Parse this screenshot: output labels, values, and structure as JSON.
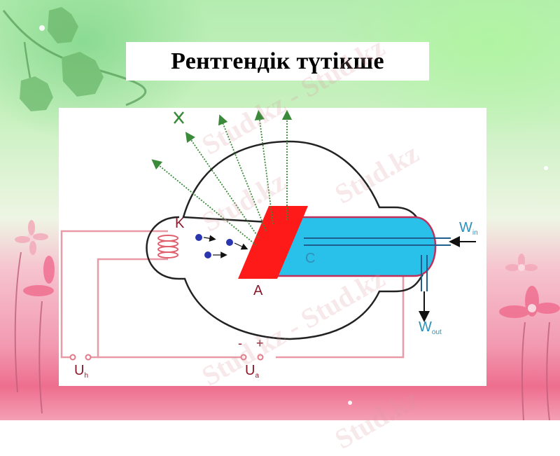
{
  "slide": {
    "title": "Рентгендік түтікше",
    "watermark": "Stud.kz",
    "watermark_long": "Stud.kz - Stud.kz",
    "colors": {
      "anode": "#ff1a1a",
      "coolant": "#29c1ea",
      "tube_outline": "#222222",
      "circuit_wire": "#e89aa6",
      "electron": "#2a35b0",
      "xray": "#3a8a3a",
      "label_dark": "#8a1a2a",
      "label_blue": "#2f8fb8"
    }
  },
  "diagram": {
    "labels": {
      "cathode": "K",
      "anode": "A",
      "coolant": "C",
      "xray": "X",
      "water_in": "W",
      "water_in_sub": "in",
      "water_out": "W",
      "water_out_sub": "out",
      "heater_voltage": "U",
      "heater_voltage_sub": "h",
      "accel_voltage": "U",
      "accel_voltage_sub": "a",
      "minus": "-",
      "plus": "+"
    },
    "electron_count": 3,
    "xray_ray_count": 5
  }
}
